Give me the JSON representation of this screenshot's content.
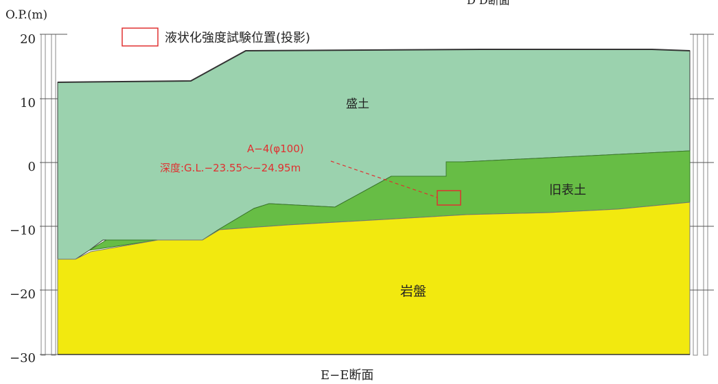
{
  "top_partial_label": "D  D断面",
  "y_axis_unit": "O.P.(m)",
  "y_ticks": [
    "20",
    "10",
    "0",
    "−10",
    "−20",
    "−30"
  ],
  "legend": {
    "label": "液状化強度試験位置(投影)"
  },
  "layers": {
    "fill": "盛土",
    "old_topsoil": "旧表土",
    "bedrock": "岩盤"
  },
  "sample": {
    "id": "A−4(φ100)",
    "depth": "深度:G.L.−23.55〜−24.95m"
  },
  "section_title": "E−E断面",
  "colors": {
    "fill_soil": "#9bd2ae",
    "old_topsoil": "#67bd45",
    "bedrock": "#f2e90f",
    "highlight": "#e03030"
  }
}
